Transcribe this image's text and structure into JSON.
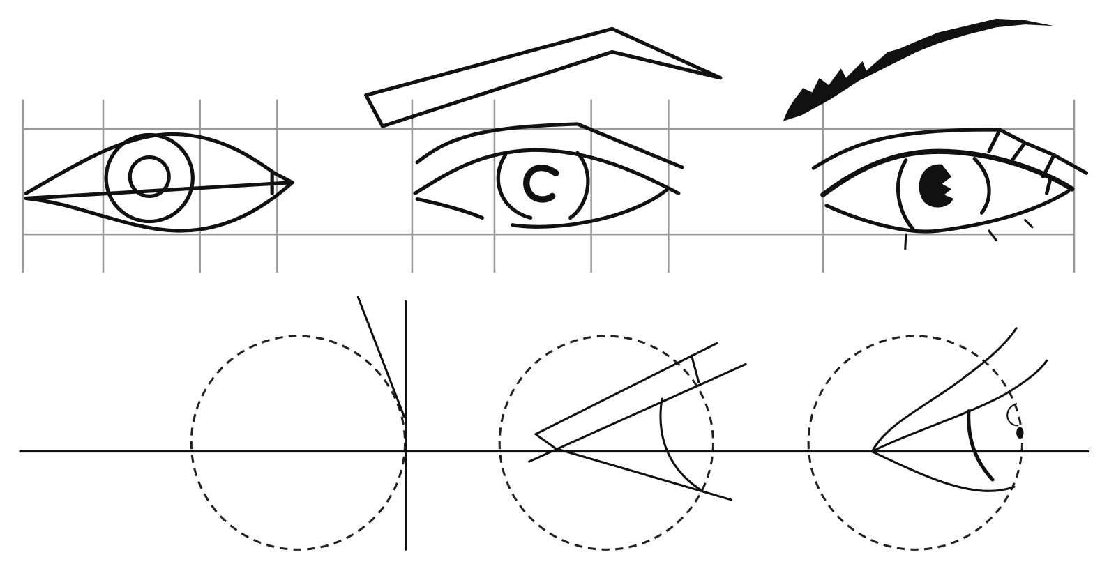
{
  "colors": {
    "ink": "#111111",
    "grid": "#9a9a9a",
    "background": "#ffffff"
  },
  "figures": {
    "top_row": [
      "front-view-eye",
      "stylized-eye-with-brow",
      "detailed-eye-with-lashes"
    ],
    "bottom_row": [
      "profile-eyelid-construction-flat",
      "profile-eyelid-construction-angled",
      "profile-eyelid-construction-curved"
    ]
  }
}
